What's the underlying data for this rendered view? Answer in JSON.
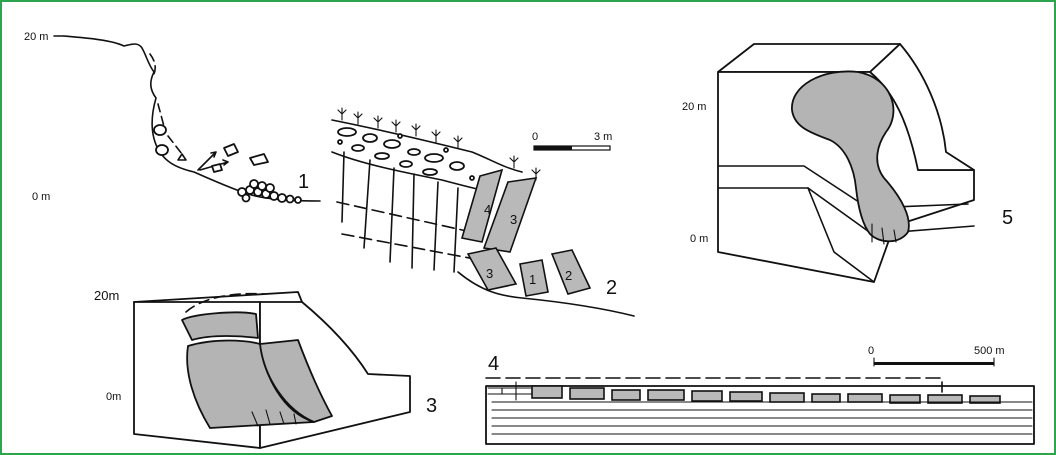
{
  "panel1": {
    "number": "1",
    "top_label": "20 m",
    "bottom_label": "0 m"
  },
  "panel2": {
    "number": "2",
    "scale_start": "0",
    "scale_end": "3 m",
    "block_labels": [
      "4",
      "3",
      "3",
      "1",
      "2"
    ]
  },
  "panel3": {
    "number": "3",
    "top_label": "20m",
    "bottom_label": "0m"
  },
  "panel4": {
    "number": "4",
    "scale_start": "0",
    "scale_end": "500 m"
  },
  "panel5": {
    "number": "5",
    "top_label": "20 m",
    "bottom_label": "0 m"
  },
  "colors": {
    "border": "#2da44e",
    "fill": "#b4b4b4",
    "ink": "#111111"
  }
}
